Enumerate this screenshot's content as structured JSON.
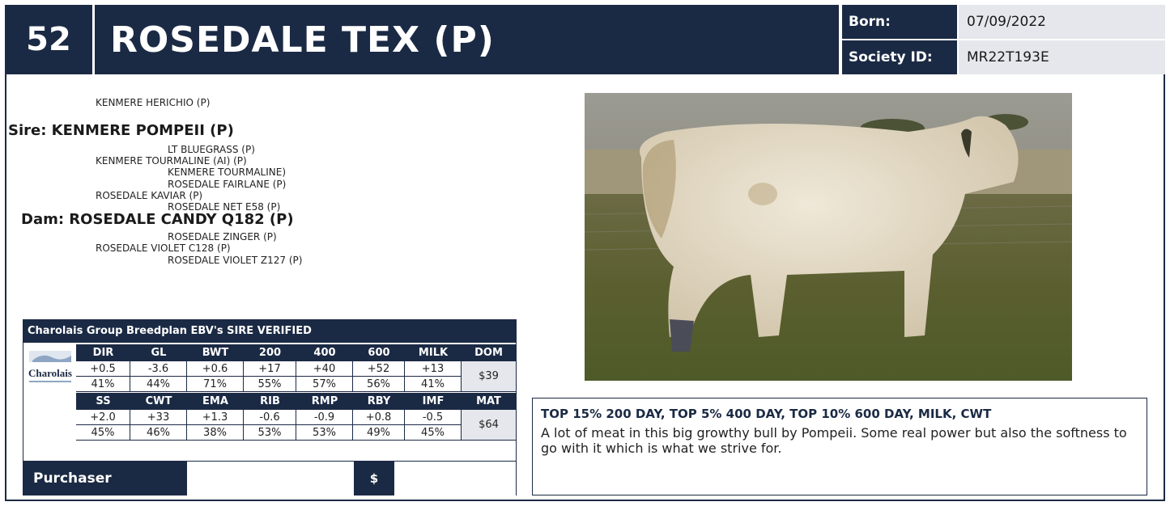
{
  "header": {
    "lot_number": "52",
    "name": "ROSEDALE TEX (P)",
    "born_label": "Born:",
    "born_value": "07/09/2022",
    "society_label": "Society ID:",
    "society_value": "MR22T193E"
  },
  "pedigree": {
    "sire_sire": "KENMERE HERICHIO (P)",
    "sire_label": "Sire: KENMERE POMPEII (P)",
    "sire_dam_sire": "LT BLUEGRASS (P)",
    "sire_dam": "KENMERE TOURMALINE (AI) (P)",
    "sire_dam_dam": "KENMERE TOURMALINE)",
    "dam_sire_sire": "ROSEDALE FAIRLANE (P)",
    "dam_sire": "ROSEDALE KAVIAR (P)",
    "dam_sire_dam": "ROSEDALE NET E58 (P)",
    "dam_label": "Dam: ROSEDALE CANDY Q182 (P)",
    "dam_dam_sire": "ROSEDALE ZINGER (P)",
    "dam_dam": "ROSEDALE VIOLET C128 (P)",
    "dam_dam_dam": "ROSEDALE VIOLET Z127 (P)"
  },
  "ebv": {
    "title": "Charolais Group Breedplan EBV's SIRE VERIFIED",
    "logo_text": "Charolais",
    "row1_headers": [
      "DIR",
      "GL",
      "BWT",
      "200",
      "400",
      "600",
      "MILK"
    ],
    "row1_values": [
      "+0.5",
      "-3.6",
      "+0.6",
      "+17",
      "+40",
      "+52",
      "+13"
    ],
    "row1_acc": [
      "41%",
      "44%",
      "71%",
      "55%",
      "57%",
      "56%",
      "41%"
    ],
    "index1_label": "DOM",
    "index1_value": "$39",
    "row2_headers": [
      "SS",
      "CWT",
      "EMA",
      "RIB",
      "RMP",
      "RBY",
      "IMF"
    ],
    "row2_values": [
      "+2.0",
      "+33",
      "+1.3",
      "-0.6",
      "-0.9",
      "+0.8",
      "-0.5"
    ],
    "row2_acc": [
      "45%",
      "46%",
      "38%",
      "53%",
      "53%",
      "49%",
      "45%"
    ],
    "index2_label": "MAT",
    "index2_value": "$64"
  },
  "purchase": {
    "purchaser_label": "Purchaser",
    "dollar_label": "$"
  },
  "comment": {
    "highlights": "TOP 15% 200 DAY, TOP 5% 400 DAY, TOP 10% 600 DAY, MILK, CWT",
    "description": "A lot of meat in this big growthy bull by Pompeii. Some real power but also the softness to go with it which is what we strive for."
  },
  "colors": {
    "navy": "#1b2a44",
    "light_grey": "#e5e7ec"
  }
}
